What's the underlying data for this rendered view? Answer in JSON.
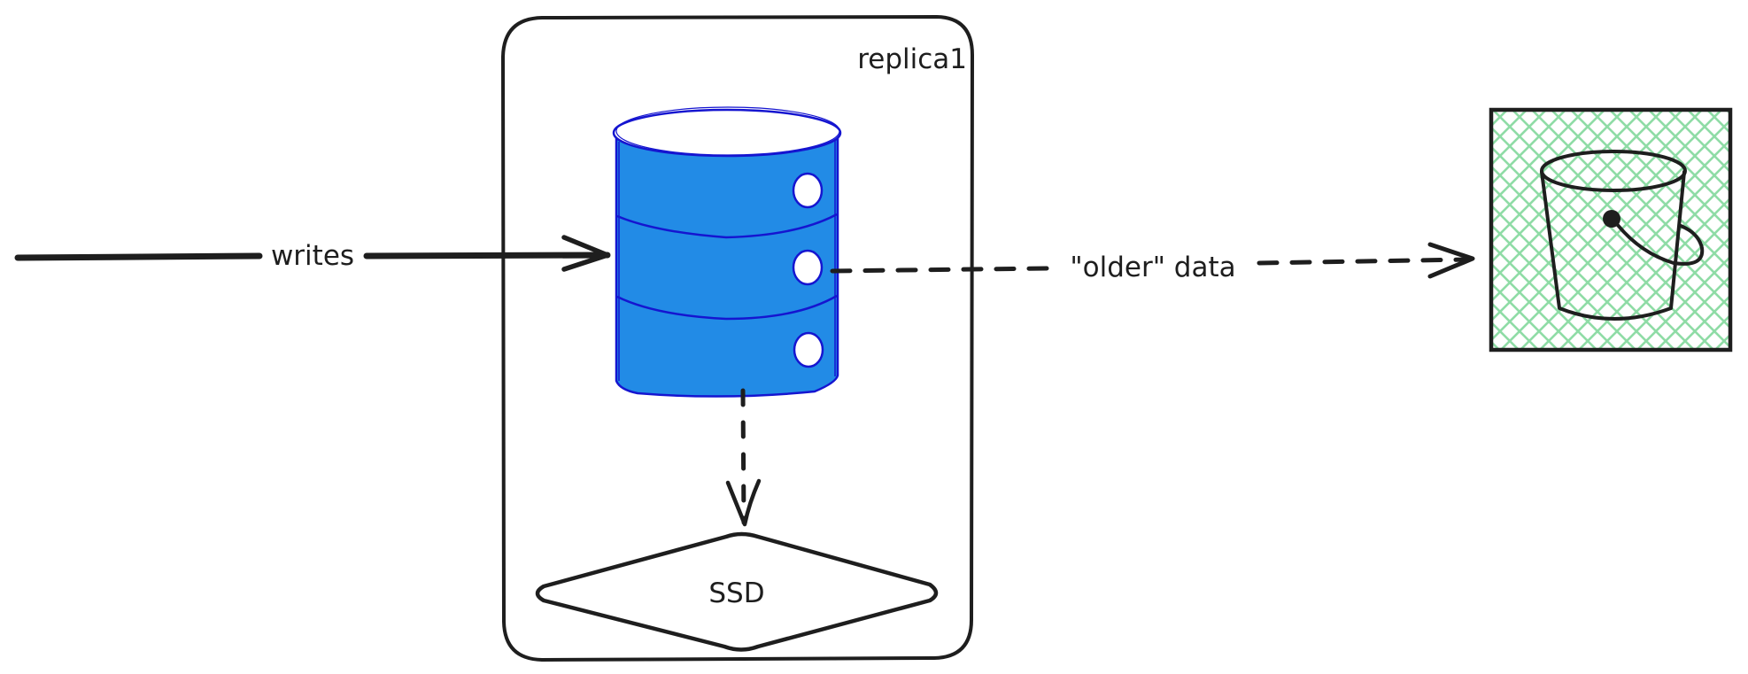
{
  "diagram": {
    "type": "architecture-flow",
    "colors": {
      "ink": "#1e1e1e",
      "database_fill": "#228be6",
      "database_stroke": "#1515d0",
      "bucket_hatch": "#8fdca6",
      "background": "#ffffff"
    },
    "nodes": {
      "replica": {
        "label": "replica1",
        "kind": "container"
      },
      "database": {
        "kind": "database-cylinder-icon",
        "disk_indicators": 3
      },
      "ssd": {
        "label": "SSD",
        "kind": "diamond"
      },
      "bucket": {
        "kind": "storage-bucket-icon",
        "fill_style": "cross-hatch"
      }
    },
    "edges": [
      {
        "id": "writes",
        "label": "writes",
        "from": "external",
        "to": "database",
        "style": "solid"
      },
      {
        "id": "older-data",
        "label": "\"older\" data",
        "from": "database",
        "to": "bucket",
        "style": "dashed"
      },
      {
        "id": "persist",
        "label": "",
        "from": "database",
        "to": "ssd",
        "style": "dashed"
      }
    ]
  }
}
